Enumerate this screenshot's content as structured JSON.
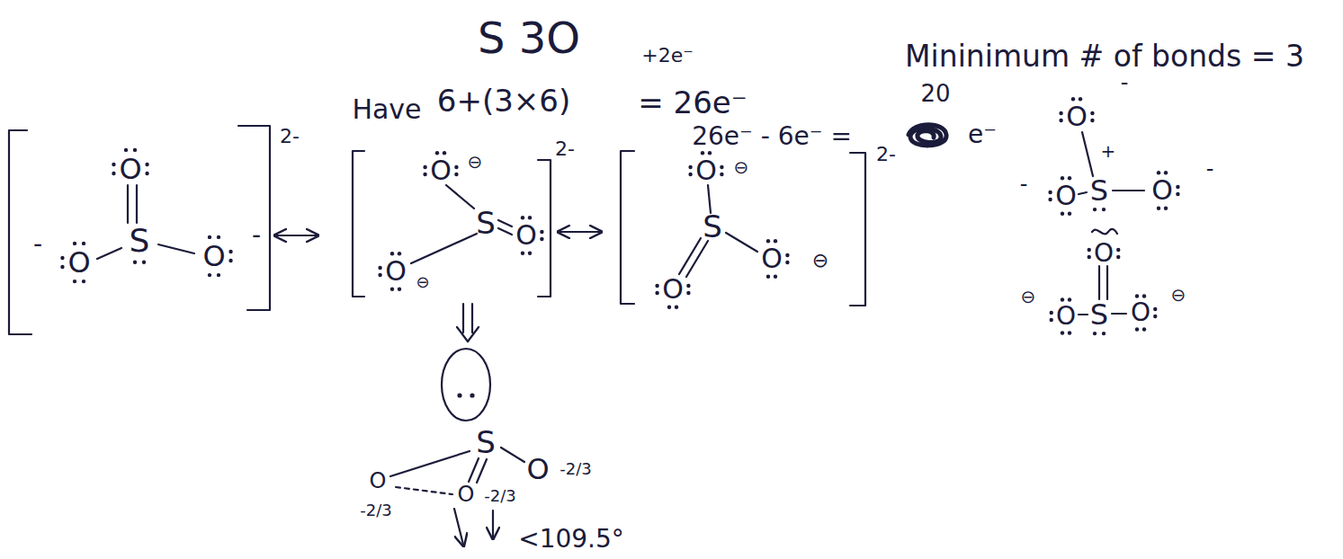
{
  "diagram": {
    "title": "S 3O",
    "labels": [
      "Have",
      "6+(3×6)",
      "+2e⁻",
      "= 26e⁻",
      "26e⁻ - 6e⁻ =",
      "20",
      "e⁻",
      "Mininimum # of bonds = 3",
      "O",
      "S",
      "O",
      "O",
      "-",
      "-",
      "2-",
      "O",
      "⊖",
      "2-",
      "S",
      "O",
      "O",
      "⊖",
      "O",
      "⊖",
      "S",
      "O",
      "O",
      "⊖",
      "2-",
      "S",
      "O",
      "-2/3",
      "O",
      "-2/3",
      "O",
      "-2/3",
      "<109.5°",
      "O",
      "-",
      "+",
      "S",
      "O",
      "O",
      "-",
      "-",
      "O",
      "S",
      "O",
      "O",
      "⊖",
      "⊖"
    ]
  }
}
